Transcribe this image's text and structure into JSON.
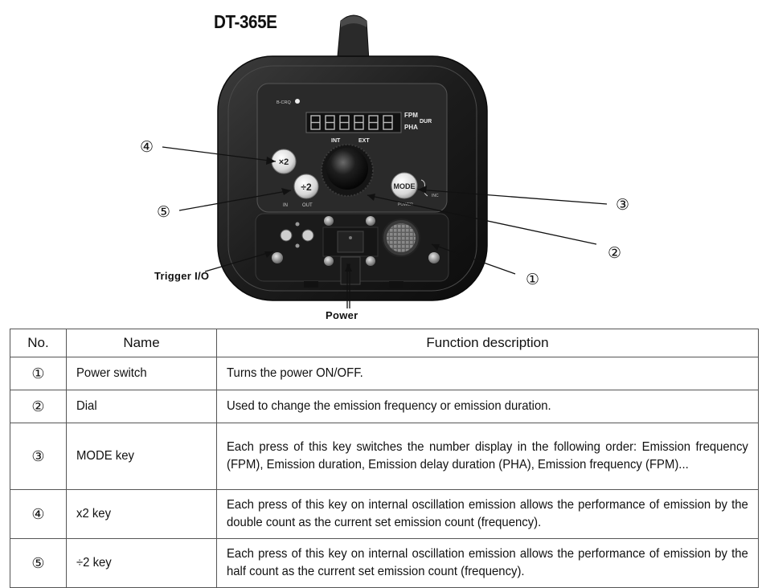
{
  "figure": {
    "model": "DT-365E",
    "callouts": [
      "①",
      "②",
      "③",
      "④",
      "⑤"
    ],
    "labels": {
      "trigger": "Trigger I/O",
      "power": "Power"
    },
    "panel_text": {
      "bcrq": "B-CRQ",
      "fpm": "FPM",
      "dur": "DUR",
      "pha": "PHA",
      "int": "INT",
      "ext": "EXT",
      "x2": "×2",
      "div2": "÷2",
      "in": "IN",
      "out": "OUT",
      "mode": "MODE",
      "inc": "INC",
      "power_small": "POWER"
    }
  },
  "table": {
    "headers": {
      "no": "No.",
      "name": "Name",
      "desc": "Function description"
    },
    "rows": [
      {
        "no": "①",
        "name": "Power switch",
        "desc": "Turns the power ON/OFF."
      },
      {
        "no": "②",
        "name": "Dial",
        "desc": "Used to change the emission frequency or emission duration."
      },
      {
        "no": "③",
        "name": "MODE key",
        "desc": "Each press of this key switches the number display in the following order: Emission frequency (FPM), Emission duration, Emission delay duration (PHA), Emission frequency (FPM)..."
      },
      {
        "no": "④",
        "name": "x2 key",
        "desc": "Each press of this key on internal oscillation emission allows the performance of emission by the double count as the current set emission count (frequency)."
      },
      {
        "no": "⑤",
        "name": "÷2 key",
        "desc": "Each press of this key on internal oscillation emission allows the performance of emission by the half count as the current set emission count (frequency)."
      }
    ]
  }
}
